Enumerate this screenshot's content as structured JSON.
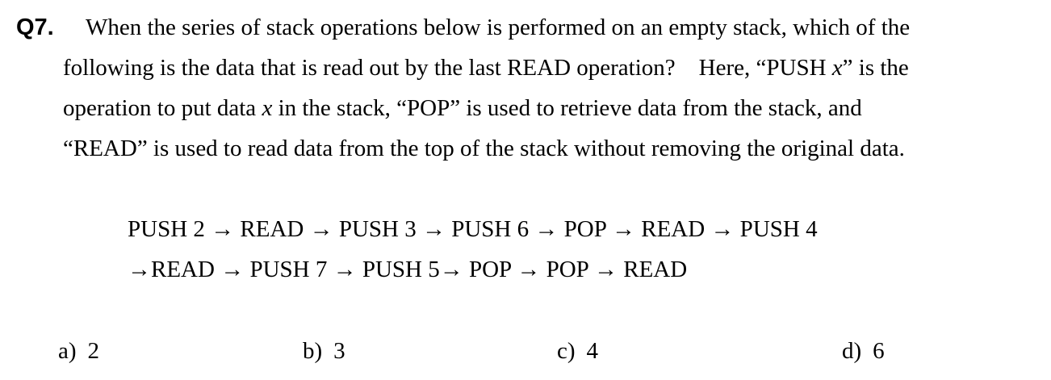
{
  "question": {
    "number": "Q7.",
    "line1": "When the series of stack operations below is performed on an empty stack, which of the",
    "line2_pre": "following is the data that is read out by the last READ operation?    Here, “PUSH ",
    "line2_var": "x",
    "line2_post": "” is the",
    "line3_pre": "operation to put data ",
    "line3_var": "x",
    "line3_post": " in the stack, “POP” is used to retrieve data from the stack, and",
    "line4": "“READ” is used to read data from the top of the stack without removing the original data."
  },
  "operations": {
    "line1": "PUSH 2 → READ → PUSH 3 → PUSH 6 → POP → READ → PUSH 4",
    "line2": "→READ → PUSH 7 → PUSH 5→ POP → POP → READ"
  },
  "options": [
    {
      "label": "a)",
      "value": "2"
    },
    {
      "label": "b)",
      "value": "3"
    },
    {
      "label": "c)",
      "value": "4"
    },
    {
      "label": "d)",
      "value": "6"
    }
  ]
}
